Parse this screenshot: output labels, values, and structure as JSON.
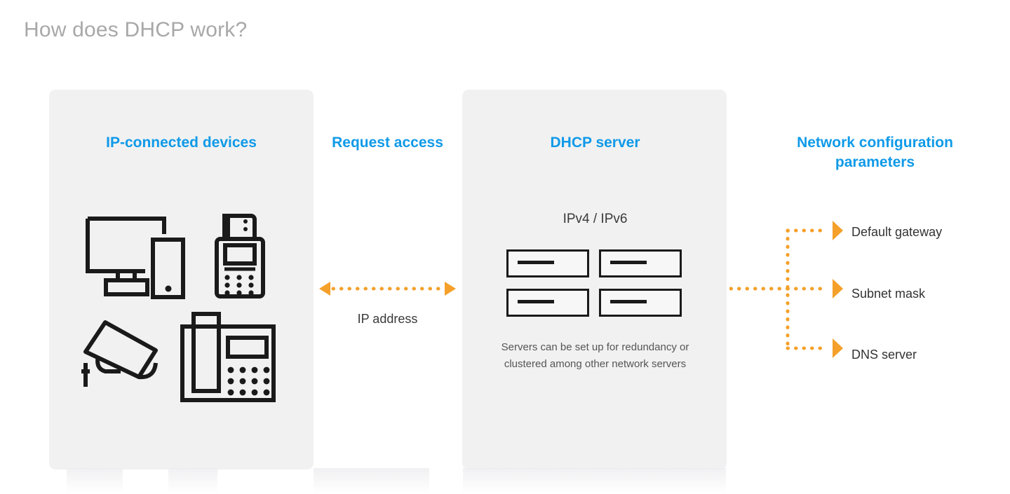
{
  "page": {
    "title": "How does DHCP work?",
    "title_color": "#a8a8a8",
    "accent_blue": "#0f9ae8",
    "accent_orange": "#f5a02a",
    "panel_bg": "#f1f1f2",
    "icon_stroke": "#1a1a1a",
    "background": "#ffffff"
  },
  "devices_panel": {
    "heading": "IP-connected devices",
    "icons": [
      {
        "name": "desktop-computer-icon",
        "label": "Desktop computer with monitor and tower"
      },
      {
        "name": "handheld-scanner-icon",
        "label": "Handheld barcode scanner"
      },
      {
        "name": "security-camera-icon",
        "label": "Security camera"
      },
      {
        "name": "desk-phone-icon",
        "label": "Desk phone"
      }
    ]
  },
  "request_column": {
    "heading": "Request access",
    "arrow_label": "IP address",
    "arrow_direction": "bidirectional",
    "arrow_style": "dotted"
  },
  "server_panel": {
    "heading": "DHCP server",
    "protocol": "IPv4 / IPv6",
    "rack_count": 4,
    "note": "Servers can be set up for redundancy or clustered among other network servers"
  },
  "parameters_column": {
    "heading": "Network configuration parameters",
    "connector_style": "dotted",
    "connector_color": "#f5a02a",
    "items": [
      {
        "label": "Default gateway"
      },
      {
        "label": "Subnet mask"
      },
      {
        "label": "DNS server"
      }
    ]
  }
}
